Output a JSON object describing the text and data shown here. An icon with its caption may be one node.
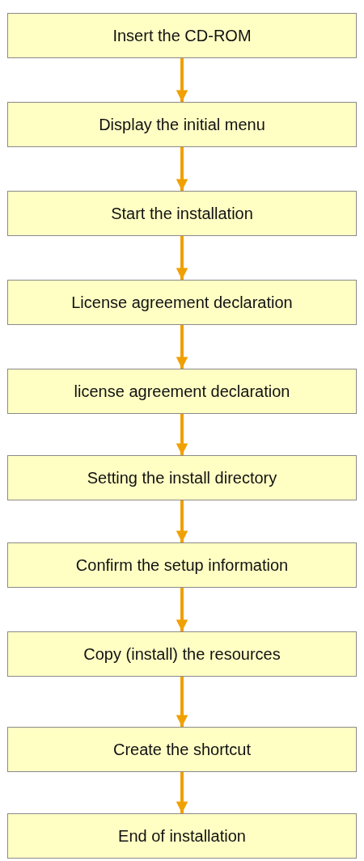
{
  "diagram": {
    "nodes": [
      {
        "text": [
          "Insert the CD-ROM"
        ]
      },
      {
        "text": [
          "Display the initial menu"
        ]
      },
      {
        "text": [
          "Start the installation"
        ]
      },
      {
        "text": [
          "License agreement declaration"
        ]
      },
      {
        "text": [
          "license agreement declaration"
        ]
      },
      {
        "text": [
          "Setting the install directory"
        ]
      },
      {
        "text": [
          "Confirm the setup information"
        ]
      },
      {
        "text": [
          "Copy (install) the resources"
        ]
      },
      {
        "text": [
          "Create the shortcut"
        ]
      },
      {
        "text": [
          "End of installation"
        ]
      }
    ],
    "edges": [
      {
        "from": 0,
        "to": 1,
        "arrow": "to"
      },
      {
        "from": 1,
        "to": 2,
        "arrow": "to"
      },
      {
        "from": 2,
        "to": 3,
        "arrow": "to"
      },
      {
        "from": 3,
        "to": 4,
        "arrow": "to"
      },
      {
        "from": 4,
        "to": 5,
        "arrow": "to"
      },
      {
        "from": 5,
        "to": 6,
        "arrow": "to"
      },
      {
        "from": 6,
        "to": 7,
        "arrow": "to"
      },
      {
        "from": 7,
        "to": 8,
        "arrow": "to"
      },
      {
        "from": 8,
        "to": 9,
        "arrow": "to"
      }
    ]
  }
}
